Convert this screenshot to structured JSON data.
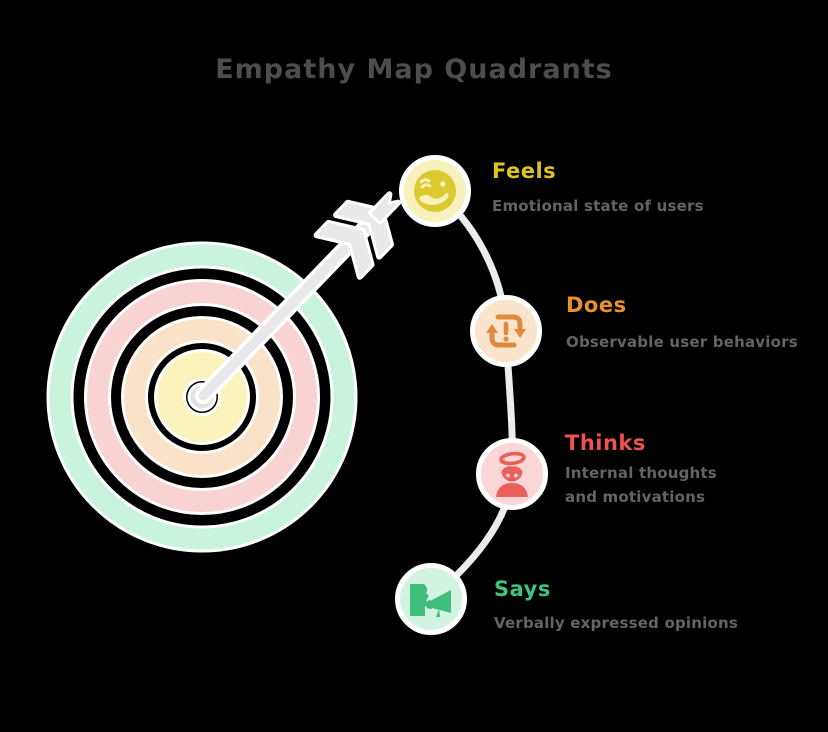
{
  "title": "Empathy Map Quadrants",
  "colors": {
    "background": "#000000",
    "title_text": "#4D4D4D",
    "description_text": "#646464",
    "connector": "#ECECEC",
    "arrow_fill": "#E9E9EB",
    "arrow_outline": "#FFFFFF",
    "target_center_dot": "#E2E2E4",
    "target_outline": "#FFFFFF",
    "target_rings": {
      "yellow": "#FAF4BC",
      "peach": "#FAE2C8",
      "rose": "#F9D2D2",
      "mint": "#C9F3DC"
    }
  },
  "target": {
    "name": "bullseye-target-with-arrow"
  },
  "items": [
    {
      "id": "feels",
      "label": "Feels",
      "description": "Emotional state of users",
      "label_color": "#DFC41C",
      "badge_bg": "#F7F1BE",
      "icon_color": "#DCC82F",
      "icon": "winking-face-icon"
    },
    {
      "id": "does",
      "label": "Does",
      "description": "Observable user behaviors",
      "label_color": "#E8922F",
      "badge_bg": "#FBE4CC",
      "icon_color": "#DE8B3E",
      "icon": "sync-alert-icon"
    },
    {
      "id": "thinks",
      "label": "Thinks",
      "description": "Internal thoughts and motivations",
      "label_color": "#EE5350",
      "badge_bg": "#FAD6D6",
      "icon_color": "#E95F5A",
      "icon": "thinking-head-icon"
    },
    {
      "id": "says",
      "label": "Says",
      "description": "Verbally expressed opinions",
      "label_color": "#3FC480",
      "badge_bg": "#D3F3E2",
      "icon_color": "#3FBE7B",
      "icon": "speaking-megaphone-icon"
    }
  ]
}
